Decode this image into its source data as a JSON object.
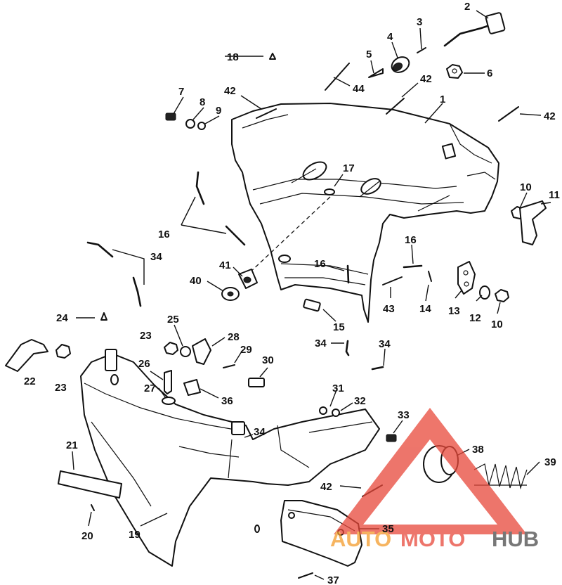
{
  "callouts": [
    {
      "id": "c1",
      "label": "1"
    },
    {
      "id": "c2",
      "label": "2"
    },
    {
      "id": "c3",
      "label": "3"
    },
    {
      "id": "c4",
      "label": "4"
    },
    {
      "id": "c5",
      "label": "5"
    },
    {
      "id": "c6",
      "label": "6"
    },
    {
      "id": "c7",
      "label": "7"
    },
    {
      "id": "c8",
      "label": "8"
    },
    {
      "id": "c9",
      "label": "9"
    },
    {
      "id": "c10a",
      "label": "10"
    },
    {
      "id": "c10b",
      "label": "10"
    },
    {
      "id": "c11",
      "label": "11"
    },
    {
      "id": "c12",
      "label": "12"
    },
    {
      "id": "c13",
      "label": "13"
    },
    {
      "id": "c14",
      "label": "14"
    },
    {
      "id": "c15",
      "label": "15"
    },
    {
      "id": "c16a",
      "label": "16"
    },
    {
      "id": "c16b",
      "label": "16"
    },
    {
      "id": "c16c",
      "label": "16"
    },
    {
      "id": "c17",
      "label": "17"
    },
    {
      "id": "c18",
      "label": "18"
    },
    {
      "id": "c19",
      "label": "19"
    },
    {
      "id": "c20",
      "label": "20"
    },
    {
      "id": "c21",
      "label": "21"
    },
    {
      "id": "c22",
      "label": "22"
    },
    {
      "id": "c23a",
      "label": "23"
    },
    {
      "id": "c23b",
      "label": "23"
    },
    {
      "id": "c24",
      "label": "24"
    },
    {
      "id": "c25",
      "label": "25"
    },
    {
      "id": "c26",
      "label": "26"
    },
    {
      "id": "c27",
      "label": "27"
    },
    {
      "id": "c28",
      "label": "28"
    },
    {
      "id": "c29",
      "label": "29"
    },
    {
      "id": "c30",
      "label": "30"
    },
    {
      "id": "c31",
      "label": "31"
    },
    {
      "id": "c32",
      "label": "32"
    },
    {
      "id": "c33",
      "label": "33"
    },
    {
      "id": "c34a",
      "label": "34"
    },
    {
      "id": "c34b",
      "label": "34"
    },
    {
      "id": "c34c",
      "label": "34"
    },
    {
      "id": "c34d",
      "label": "34"
    },
    {
      "id": "c35",
      "label": "35"
    },
    {
      "id": "c36",
      "label": "36"
    },
    {
      "id": "c37",
      "label": "37"
    },
    {
      "id": "c38",
      "label": "38"
    },
    {
      "id": "c39",
      "label": "39"
    },
    {
      "id": "c40",
      "label": "40"
    },
    {
      "id": "c41",
      "label": "41"
    },
    {
      "id": "c42a",
      "label": "42"
    },
    {
      "id": "c42b",
      "label": "42"
    },
    {
      "id": "c42c",
      "label": "42"
    },
    {
      "id": "c42d",
      "label": "42"
    },
    {
      "id": "c43",
      "label": "43"
    },
    {
      "id": "c44",
      "label": "44"
    }
  ],
  "watermark": {
    "part1": "AUTO",
    "part2": "MOTO",
    "part3": "HUB",
    "color_red": "#e8483a",
    "color_orange": "#f39c2c",
    "color_gray": "#4a4a4a"
  }
}
